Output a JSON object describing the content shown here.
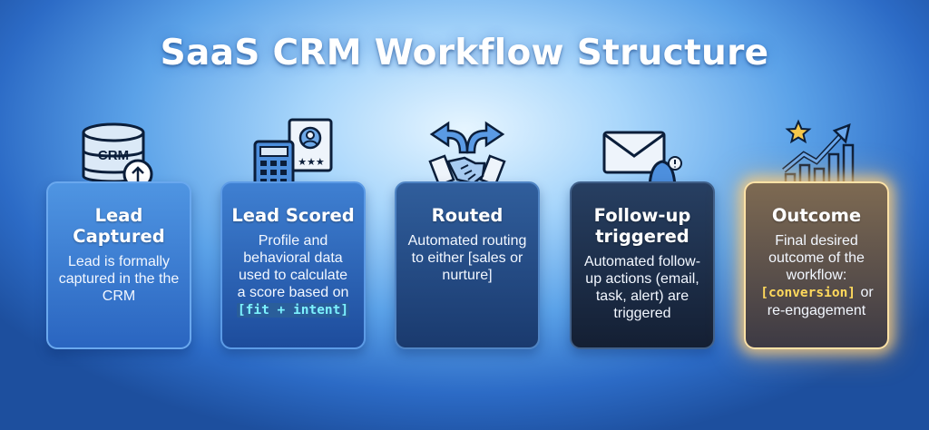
{
  "title": "SaaS CRM Workflow Structure",
  "colors": {
    "background_center": "#e6f5ff",
    "background_edge": "#1d4f9e",
    "highlight_cyan": "#7cf2ff",
    "highlight_gold": "#ffd95c",
    "outcome_glow": "#ffcd78"
  },
  "steps": [
    {
      "title": "Lead Captured",
      "description": "Lead is formally captured in the the CRM",
      "icon": "crm-database-upload-icon",
      "icon_label": "CRM"
    },
    {
      "title": "Lead Scored",
      "description_lines": [
        "Profile and",
        "behavioral data",
        "used to calculate",
        "a score based on"
      ],
      "highlight": "[fit + intent]",
      "icon": "calculator-profile-card-icon",
      "icon_label": "★★★"
    },
    {
      "title": "Routed",
      "description": "Automated routing to either [sales or nurture]",
      "icon": "split-arrows-handshake-icon"
    },
    {
      "title": "Follow-up triggered",
      "description": "Automated follow-up actions (email, task, alert) are triggered",
      "icon": "envelope-bell-icon"
    },
    {
      "title": "Outcome",
      "description_lines": [
        "Final desired",
        "outcome of the",
        "workflow:"
      ],
      "highlight": "[conversion]",
      "description_after": " or re-engagement",
      "icon": "growth-chart-star-icon"
    }
  ]
}
